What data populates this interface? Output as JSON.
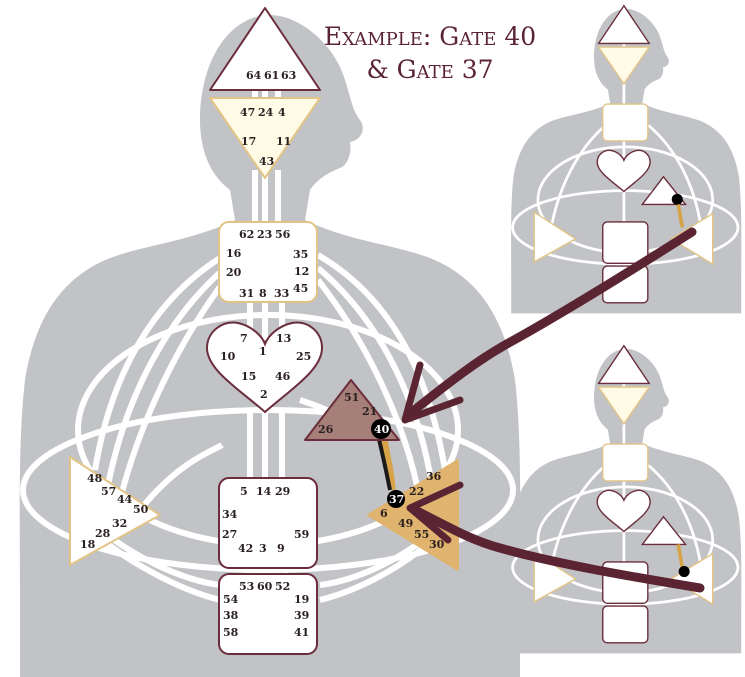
{
  "title": {
    "line1": "Example: Gate 40",
    "line2": "& Gate 37"
  },
  "colors": {
    "body": "#c2c3c6",
    "channel": "#ffffff",
    "center_outline_dark": "#6a2d3b",
    "center_outline_gold": "#e3c487",
    "head_fill": "#ffffff",
    "ajna_fill": "#fffbe6",
    "ego_fill": "#a57f78",
    "solar_fill": "#e0b46e",
    "active_channel": "#1a1a1a",
    "active_channel_gold": "#d7a349",
    "arrow": "#5b2433"
  },
  "centers": {
    "head": [
      "64",
      "61",
      "63"
    ],
    "ajna": [
      "47",
      "24",
      "4",
      "17",
      "11",
      "43"
    ],
    "throat": [
      "62",
      "23",
      "56",
      "16",
      "35",
      "20",
      "12",
      "31",
      "8",
      "33",
      "45"
    ],
    "g": [
      "7",
      "13",
      "1",
      "10",
      "25",
      "15",
      "46",
      "2"
    ],
    "ego": [
      "51",
      "21",
      "26",
      "40"
    ],
    "sacral": [
      "5",
      "14",
      "29",
      "34",
      "27",
      "59",
      "42",
      "3",
      "9"
    ],
    "root": [
      "53",
      "60",
      "52",
      "54",
      "19",
      "38",
      "39",
      "58",
      "41"
    ],
    "spleen": [
      "48",
      "57",
      "44",
      "50",
      "32",
      "28",
      "18"
    ],
    "solar": [
      "36",
      "22",
      "37",
      "6",
      "49",
      "55",
      "30"
    ]
  },
  "highlighted_gates": [
    "40",
    "37"
  ]
}
